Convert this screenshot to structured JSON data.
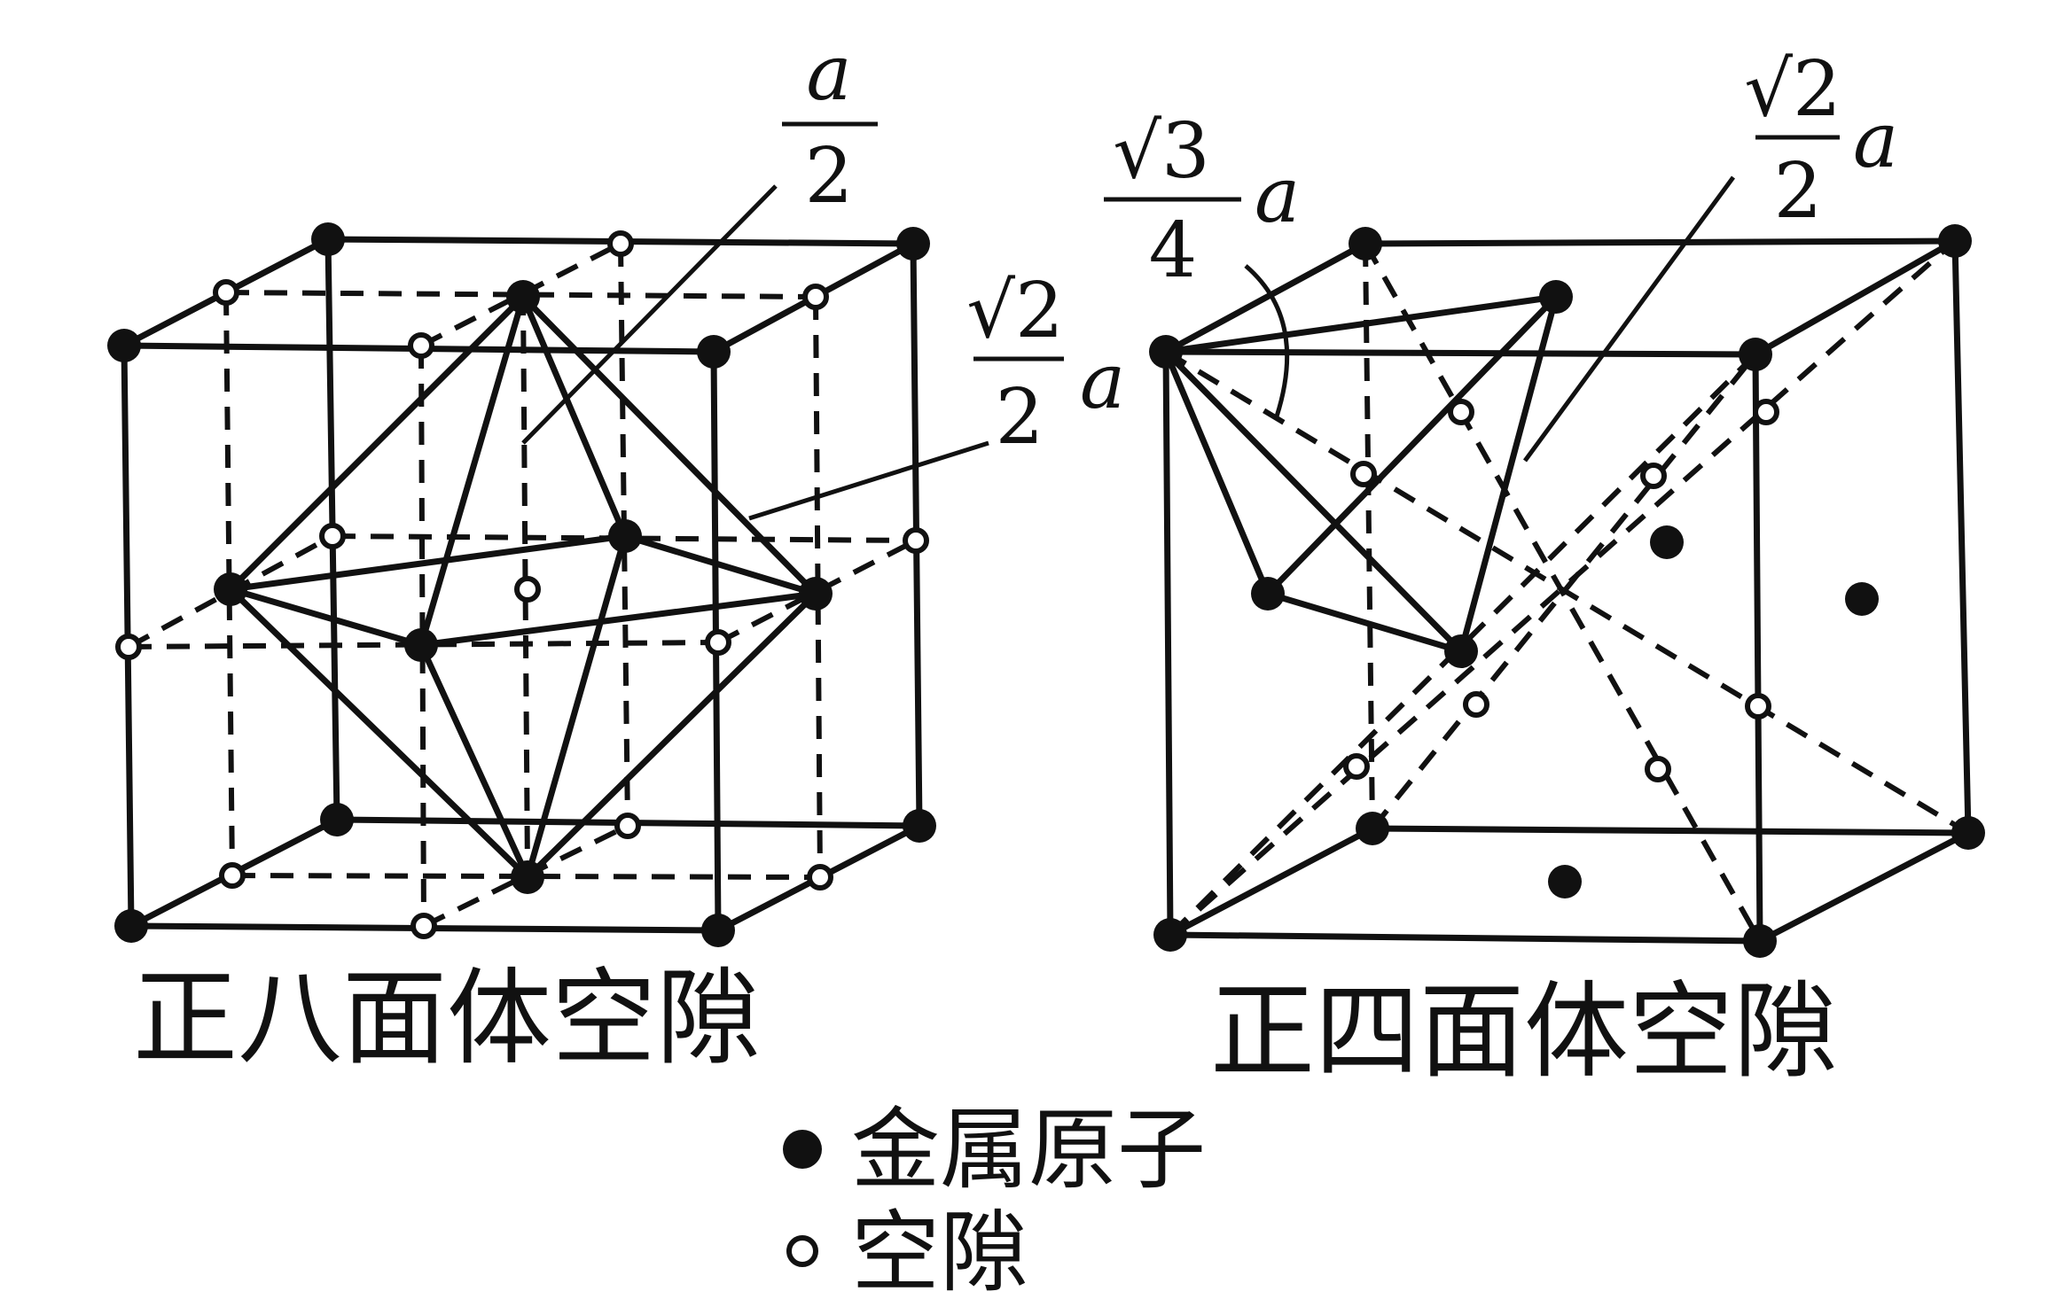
{
  "colors": {
    "ink": "#111111",
    "background": "#ffffff"
  },
  "octahedral": {
    "caption": "正八面体空隙",
    "label_half": {
      "numerator": "a",
      "denominator": "2"
    },
    "label_diag": {
      "radical": "√2",
      "denominator": "2",
      "var": "a"
    }
  },
  "tetrahedral": {
    "caption": "正四面体空隙",
    "label_body": {
      "radical": "√3",
      "denominator": "4",
      "var": "a"
    },
    "label_diag": {
      "radical": "√2",
      "denominator": "2",
      "var": "a"
    }
  },
  "legend": {
    "metal_atom": {
      "icon": "filled-circle-icon",
      "label": "金属原子"
    },
    "void": {
      "icon": "hollow-circle-icon",
      "label": "空隙"
    }
  }
}
